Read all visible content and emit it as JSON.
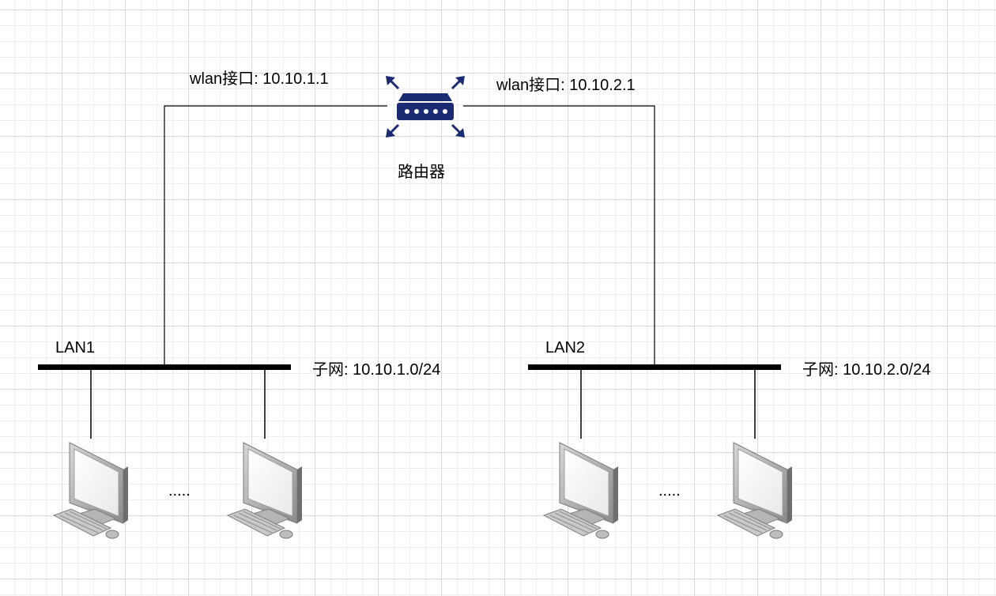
{
  "router": {
    "name": "路由器",
    "icon": "router-icon",
    "color": "#1a2b73",
    "left_interface_label": "wlan接口: 10.10.1.1",
    "right_interface_label": "wlan接口: 10.10.2.1"
  },
  "lans": [
    {
      "name": "LAN1",
      "subnet_label": "子网: 10.10.1.0/24",
      "ellipsis": "....."
    },
    {
      "name": "LAN2",
      "subnet_label": "子网: 10.10.2.0/24",
      "ellipsis": "....."
    }
  ],
  "colors": {
    "line": "#000000",
    "grid_major": "#d9d9d9",
    "grid_minor": "#efefef",
    "monitor_frame": "#8c8c8c",
    "monitor_screen": "#f7f7f7"
  },
  "icons": [
    "router-icon",
    "computer-icon"
  ]
}
